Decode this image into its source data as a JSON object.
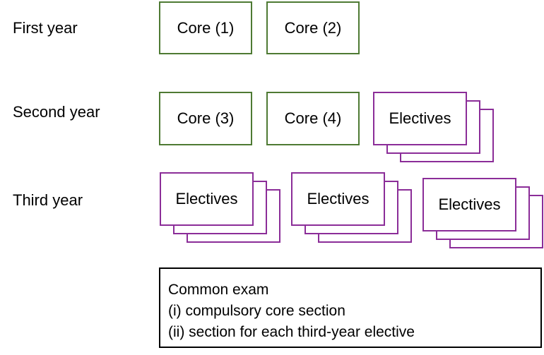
{
  "rows": {
    "first": "First year",
    "second": "Second year",
    "third": "Third year"
  },
  "courses": {
    "core1": "Core (1)",
    "core2": "Core (2)",
    "core3": "Core (3)",
    "core4": "Core (4)",
    "electives_second": "Electives",
    "electives_third_a": "Electives",
    "electives_third_b": "Electives",
    "electives_third_c": "Electives"
  },
  "exam": {
    "title": "Common exam",
    "line1": "(i) compulsory core section",
    "line2": "(ii) section for each third-year elective"
  },
  "colors": {
    "core_border": "#4e7a33",
    "elective_border": "#8b2d98",
    "exam_border": "#000000"
  }
}
